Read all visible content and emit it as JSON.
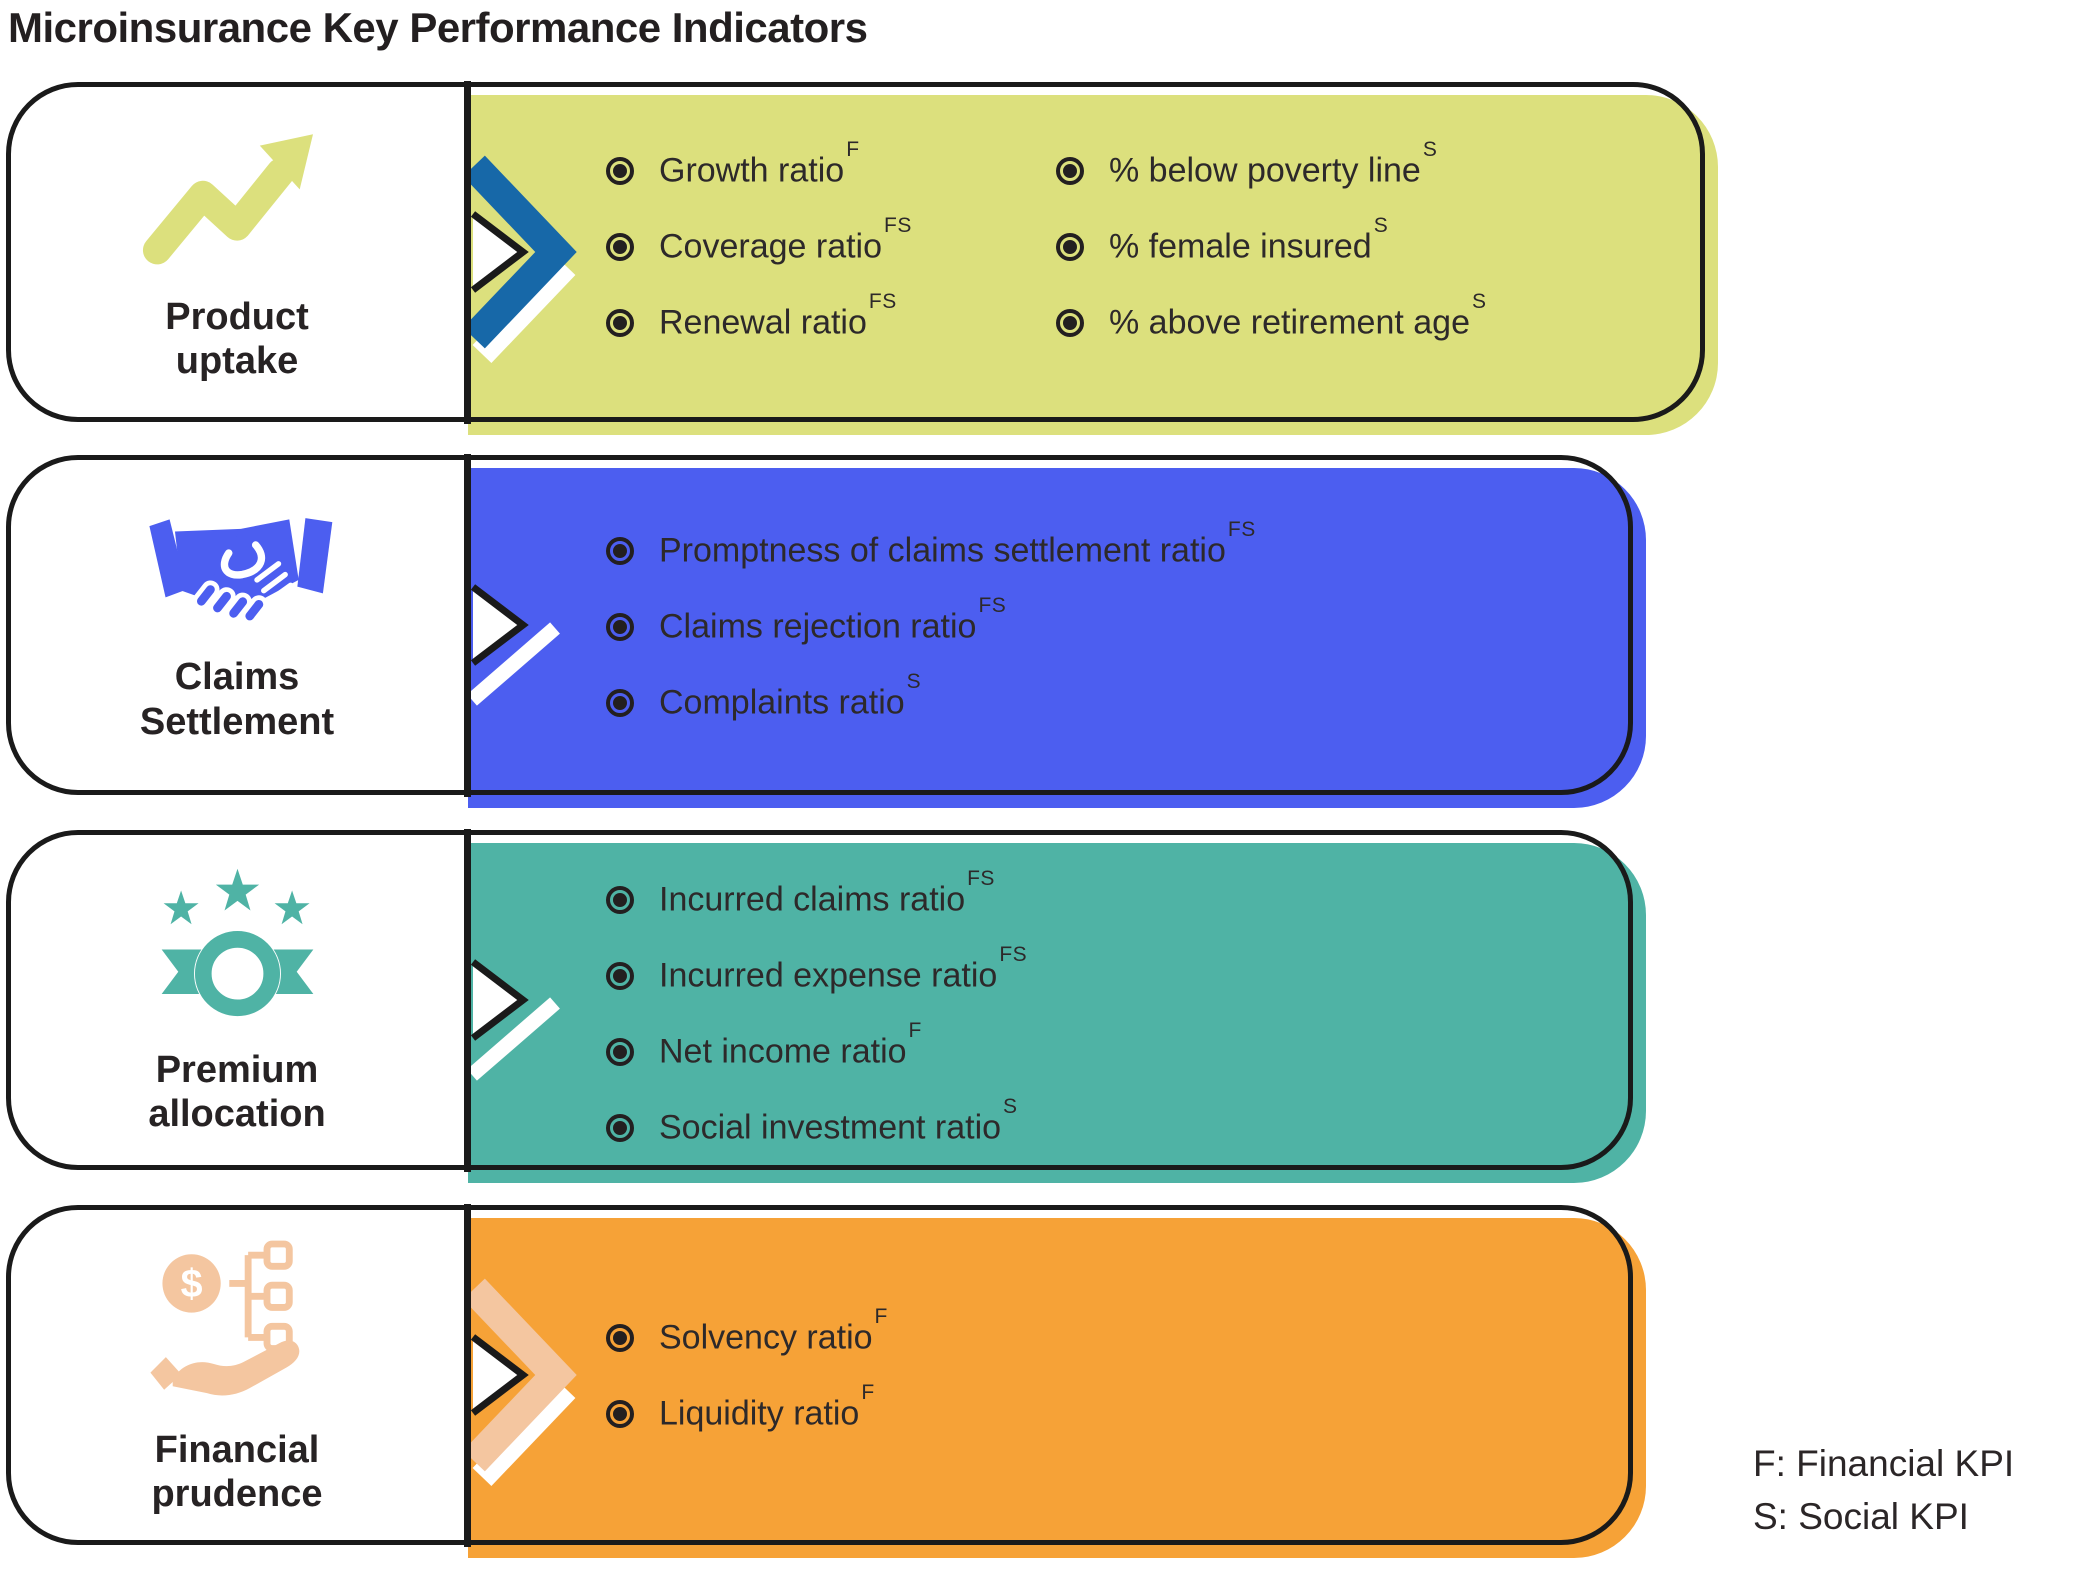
{
  "title": "Microinsurance Key Performance Indicators",
  "legend": {
    "financial": "F: Financial KPI",
    "social": "S: Social KPI"
  },
  "colors": {
    "outline": "#1a1a1a",
    "body_text": "#2d292a",
    "bullet": "#231f20",
    "row1_accent": "#dce07d",
    "row1_chevron": "#1768a8",
    "row2_accent": "#4c5ef0",
    "row2_chevron": "#ffffff",
    "row3_accent": "#4fb3a5",
    "row3_chevron": "#ffffff",
    "row4_accent": "#f6a237",
    "row4_chevron": "#f4c6a0"
  },
  "rows": [
    {
      "id": "product-uptake",
      "label_lines": [
        "Product",
        "uptake"
      ],
      "icon": "trend-up-arrow-icon",
      "accent_color": "#dce07d",
      "chevron_color": "#1768a8",
      "items": [
        {
          "text": "Growth ratio",
          "sup": "F"
        },
        {
          "text": "Coverage ratio",
          "sup": "FS"
        },
        {
          "text": "Renewal ratio",
          "sup": "FS"
        }
      ],
      "items_col2": [
        {
          "text": "% below poverty line",
          "sup": "S"
        },
        {
          "text": "% female insured",
          "sup": "S"
        },
        {
          "text": "% above retirement age",
          "sup": "S"
        }
      ]
    },
    {
      "id": "claims-settlement",
      "label_lines": [
        "Claims",
        "Settlement"
      ],
      "icon": "handshake-icon",
      "accent_color": "#4c5ef0",
      "chevron_color": "#ffffff",
      "items": [
        {
          "text": "Promptness of claims settlement ratio",
          "sup": "FS"
        },
        {
          "text": "Claims rejection ratio",
          "sup": "FS"
        },
        {
          "text": "Complaints ratio",
          "sup": "S"
        }
      ]
    },
    {
      "id": "premium-allocation",
      "label_lines": [
        "Premium",
        "allocation"
      ],
      "icon": "medal-stars-icon",
      "accent_color": "#4fb3a5",
      "chevron_color": "#ffffff",
      "items": [
        {
          "text": "Incurred claims ratio",
          "sup": "FS"
        },
        {
          "text": "Incurred expense ratio",
          "sup": "FS"
        },
        {
          "text": "Net income ratio",
          "sup": "F"
        },
        {
          "text": "Social investment ratio",
          "sup": "S"
        }
      ]
    },
    {
      "id": "financial-prudence",
      "label_lines": [
        "Financial",
        "prudence"
      ],
      "icon": "money-hand-icon",
      "accent_color": "#f6a237",
      "chevron_color": "#f4c6a0",
      "items": [
        {
          "text": "Solvency ratio",
          "sup": "F"
        },
        {
          "text": "Liquidity ratio",
          "sup": "F"
        }
      ]
    }
  ]
}
